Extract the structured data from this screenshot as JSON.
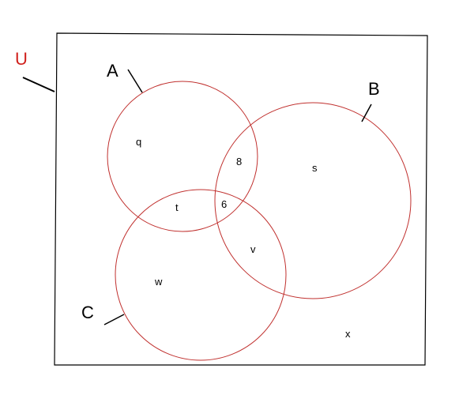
{
  "colors": {
    "circle_stroke": "#c0302e",
    "universe_stroke": "#000000",
    "universe_label": "#d0201c",
    "set_label": "#000000"
  },
  "universe": {
    "label": "U"
  },
  "sets": [
    {
      "id": "a",
      "label": "A"
    },
    {
      "id": "b",
      "label": "B"
    },
    {
      "id": "c",
      "label": "C"
    }
  ],
  "regions": {
    "a_only": "q",
    "a_and_b_only": "8",
    "b_only": "s",
    "a_and_c_only": "t",
    "a_b_c": "6",
    "b_and_c_only": "v",
    "c_only": "w",
    "outside": "x"
  }
}
